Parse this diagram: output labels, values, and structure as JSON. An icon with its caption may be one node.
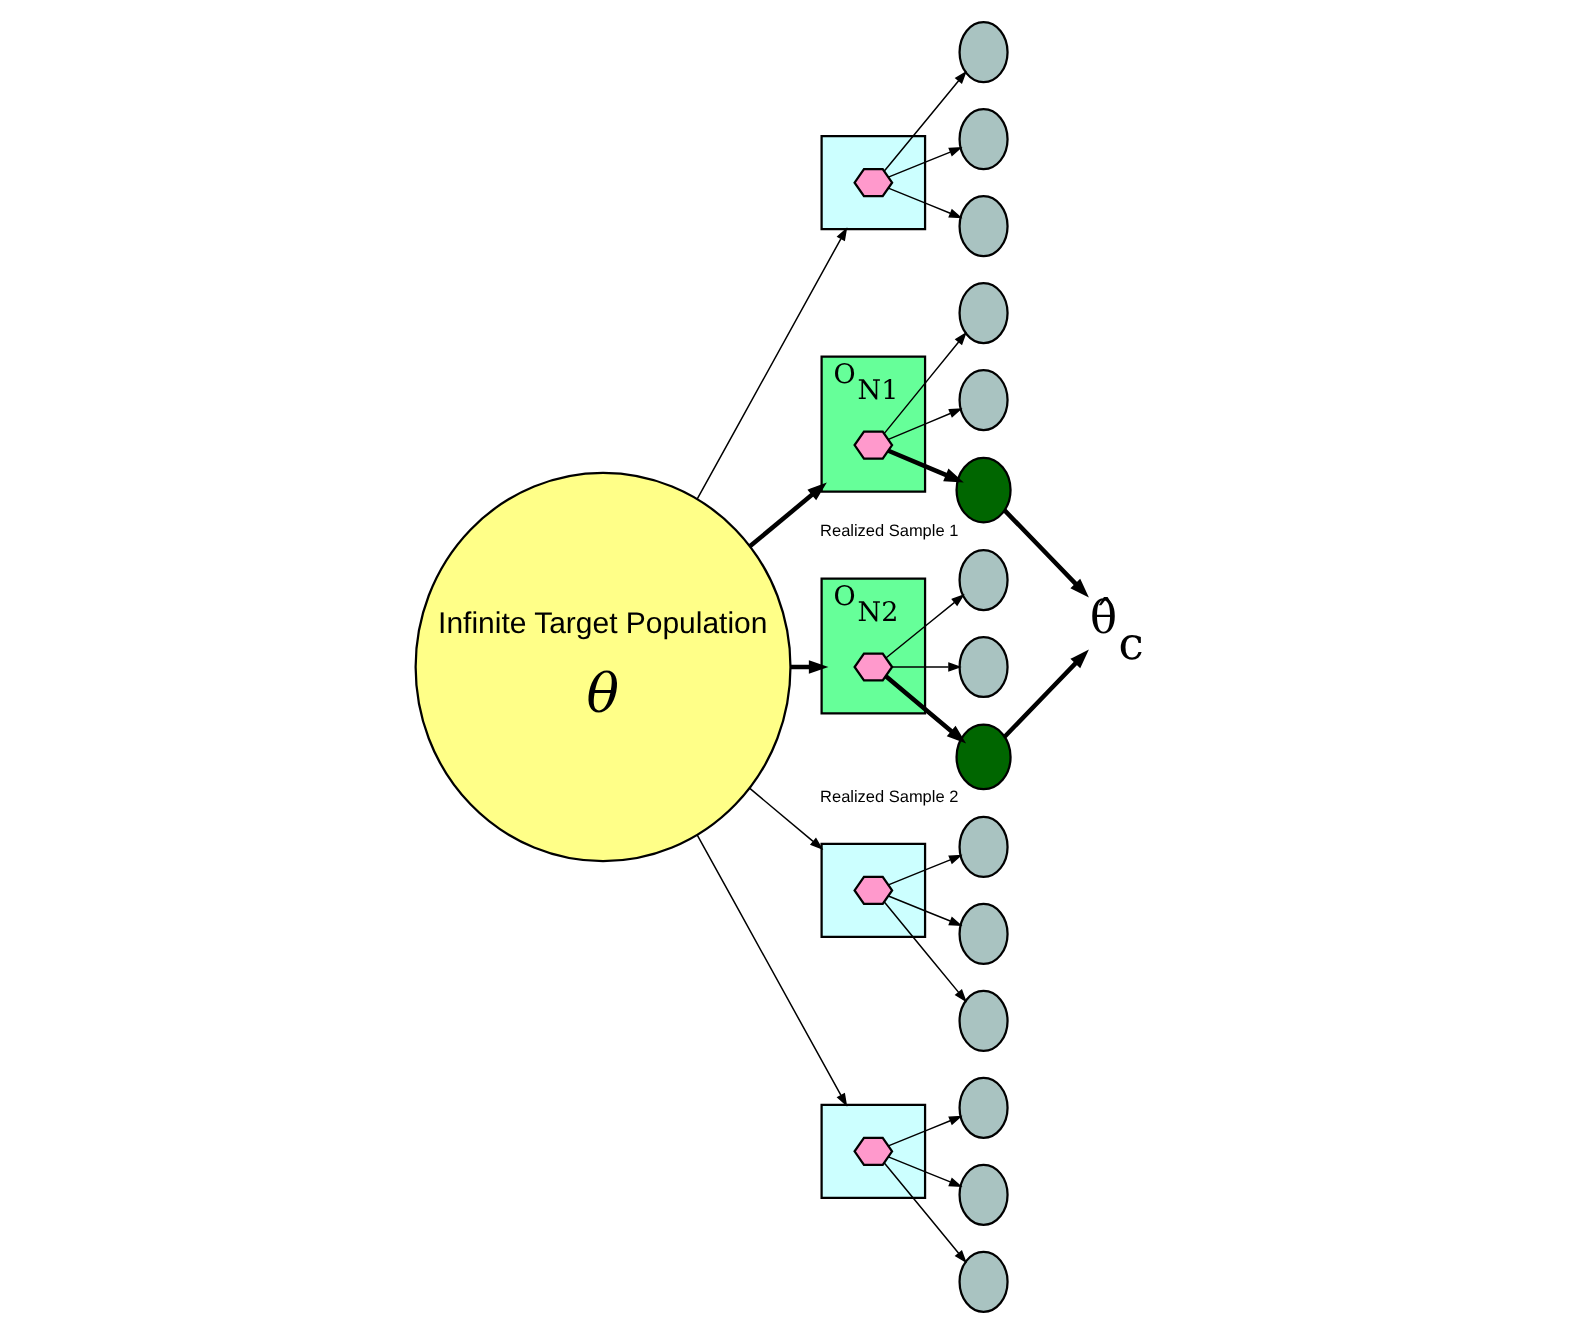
{
  "diagram": {
    "nodes": [
      {
        "text": [
          "Infinite Target Population",
          "θ"
        ]
      },
      {
        "text": [],
        "shape": "box"
      },
      {
        "text": [],
        "shape": "hexagon",
        "in": 1
      },
      {
        "text": [],
        "shape": "circle"
      },
      {
        "text": [],
        "shape": "circle"
      },
      {
        "text": [],
        "shape": "circle"
      },
      {
        "text": [
          "O$_{N1}$"
        ]
      },
      {
        "text": [],
        "shape": "hexagon",
        "in": 6
      },
      {
        "text": [],
        "shape": "circle"
      },
      {
        "text": [],
        "shape": "circle"
      },
      {
        "text": [
          "Realized Sample 1"
        ]
      },
      {
        "text": [
          "O$_{N2}$"
        ]
      },
      {
        "text": [],
        "shape": "hexagon",
        "in": 11
      },
      {
        "text": [],
        "shape": "circle"
      },
      {
        "text": [],
        "shape": "circle"
      },
      {
        "text": [
          "Realized Sample 2"
        ]
      },
      {
        "text": [
          "θ̂$_{c}$"
        ]
      },
      {
        "text": [],
        "shape": "box"
      },
      {
        "text": [],
        "shape": "hexagon",
        "in": 17
      },
      {
        "text": [],
        "shape": "circle"
      },
      {
        "text": [],
        "shape": "circle"
      },
      {
        "text": [],
        "shape": "circle"
      },
      {
        "text": [],
        "shape": "box"
      },
      {
        "text": [],
        "shape": "hexagon",
        "in": 22
      },
      {
        "text": [],
        "shape": "circle"
      },
      {
        "text": [],
        "shape": "circle"
      },
      {
        "text": [],
        "shape": "circle"
      }
    ],
    "edges": [
      {
        "from": 0,
        "to": 1,
        "arrow": "to"
      },
      {
        "from": 2,
        "to": 3,
        "arrow": "to"
      },
      {
        "from": 2,
        "to": 4,
        "arrow": "to"
      },
      {
        "from": 2,
        "to": 5,
        "arrow": "to"
      },
      {
        "from": 0,
        "to": 6,
        "arrow": "to",
        "style": "thick"
      },
      {
        "from": 7,
        "to": 8,
        "arrow": "to"
      },
      {
        "from": 7,
        "to": 10,
        "arrow": "to",
        "style": "thick"
      },
      {
        "from": 7,
        "to": 9,
        "arrow": "to"
      },
      {
        "from": 10,
        "to": 16,
        "arrow": "to",
        "style": "thick"
      },
      {
        "from": 0,
        "to": 11,
        "arrow": "to",
        "style": "thick"
      },
      {
        "from": 12,
        "to": 13,
        "arrow": "to"
      },
      {
        "from": 12,
        "to": 15,
        "arrow": "to",
        "style": "thick"
      },
      {
        "from": 12,
        "to": 14,
        "arrow": "to"
      },
      {
        "from": 15,
        "to": 16,
        "arrow": "to",
        "style": "thick"
      },
      {
        "from": 0,
        "to": 17,
        "arrow": "to"
      },
      {
        "from": 18,
        "to": 19,
        "arrow": "to"
      },
      {
        "from": 18,
        "to": 20,
        "arrow": "to"
      },
      {
        "from": 18,
        "to": 21,
        "arrow": "to"
      },
      {
        "from": 0,
        "to": 22,
        "arrow": "to"
      },
      {
        "from": 23,
        "to": 24,
        "arrow": "to"
      },
      {
        "from": 23,
        "to": 25,
        "arrow": "to"
      },
      {
        "from": 23,
        "to": 26,
        "arrow": "to"
      }
    ]
  }
}
